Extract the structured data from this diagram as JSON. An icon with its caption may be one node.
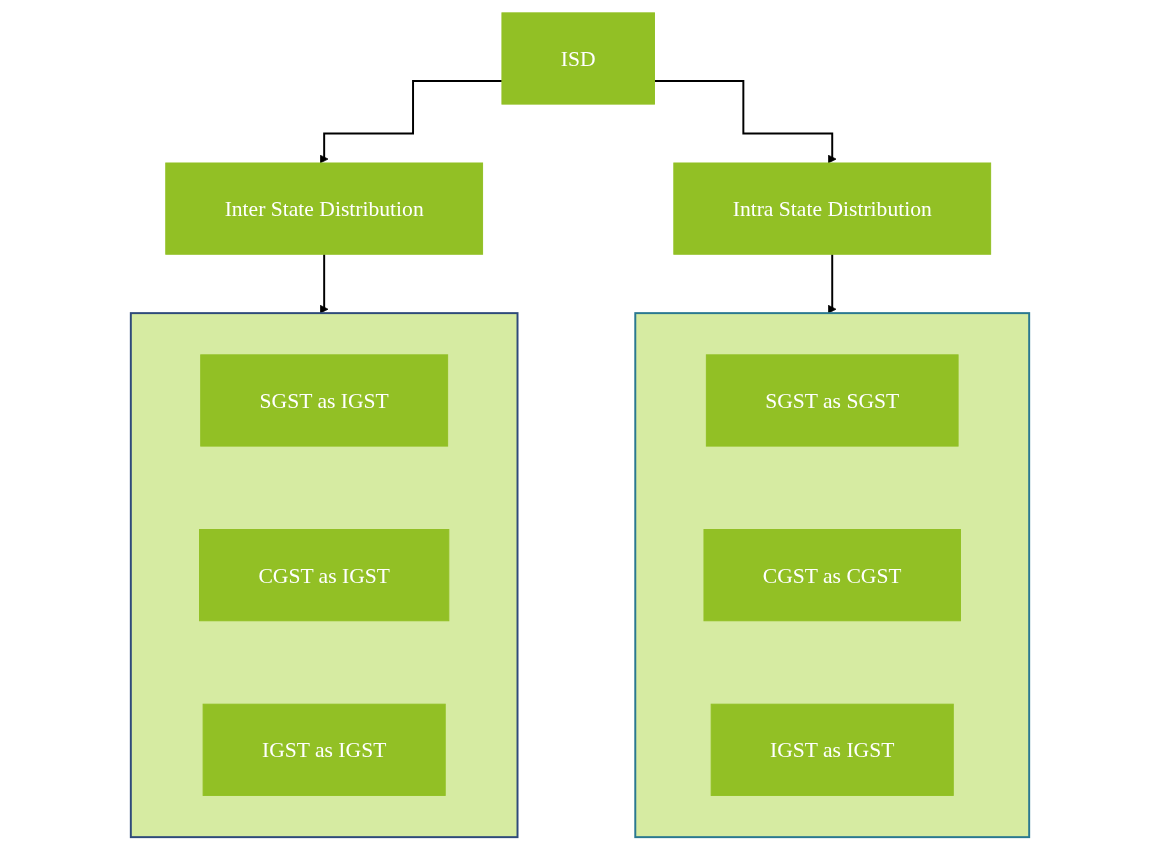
{
  "diagram": {
    "nodes": [
      {
        "text": [
          "ISD"
        ]
      },
      {
        "text": [
          "Inter State Distribution"
        ]
      },
      {
        "text": [
          "Intra State Distribution"
        ]
      },
      {
        "text": [],
        "shape": "box"
      },
      {
        "text": [
          "SGST as IGST"
        ],
        "in": 3
      },
      {
        "text": [
          "CGST as IGST"
        ],
        "in": 3
      },
      {
        "text": [
          "IGST as IGST"
        ],
        "in": 3
      },
      {
        "text": [],
        "shape": "box"
      },
      {
        "text": [
          "SGST as SGST"
        ],
        "in": 7
      },
      {
        "text": [
          "CGST as CGST"
        ],
        "in": 7
      },
      {
        "text": [
          "IGST as IGST"
        ],
        "in": 7
      }
    ],
    "edges": [
      {
        "from": 0,
        "to": 1,
        "arrow": "to"
      },
      {
        "from": 0,
        "to": 2,
        "arrow": "to"
      },
      {
        "from": 1,
        "to": 3,
        "arrow": "to"
      },
      {
        "from": 2,
        "to": 7,
        "arrow": "to"
      }
    ]
  }
}
